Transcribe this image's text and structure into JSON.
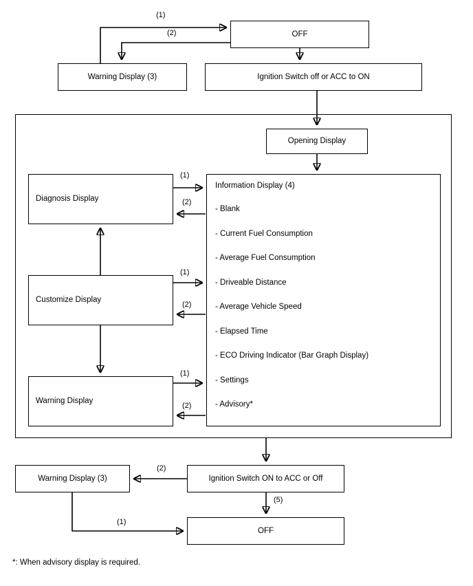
{
  "diagram": {
    "title_hidden": "",
    "footnote": "*: When advisory display is required."
  },
  "nodes": {
    "top_off": "OFF",
    "top_warning_display_3": "Warning Display (3)",
    "top_ignition_switch": "Ignition Switch off or ACC to ON",
    "opening_display": "Opening Display",
    "diagnosis_display": "Diagnosis Display",
    "customize_display": "Customize Display",
    "warning_display": "Warning Display",
    "bottom_warning_display_3": "Warning Display (3)",
    "bottom_ignition_switch": "Ignition Switch ON to ACC or Off",
    "bottom_off": "OFF"
  },
  "information_display": {
    "title": "Information Display (4)",
    "items": [
      "- Blank",
      "- Current Fuel Consumption",
      "- Average Fuel Consumption",
      "- Driveable Distance",
      "- Average Vehicle Speed",
      "- Elapsed Time",
      "- ECO Driving Indicator (Bar Graph Display)",
      "- Settings",
      "- Advisory*"
    ]
  },
  "edge_labels": {
    "top_1": "(1)",
    "top_2": "(2)",
    "diag_1": "(1)",
    "diag_2": "(2)",
    "cust_1": "(1)",
    "cust_2": "(2)",
    "warn_1": "(1)",
    "warn_2": "(2)",
    "bottom_2": "(2)",
    "bottom_5": "(5)",
    "bottom_1": "(1)"
  },
  "colors": {
    "stroke": "#000000",
    "background": "#ffffff"
  }
}
